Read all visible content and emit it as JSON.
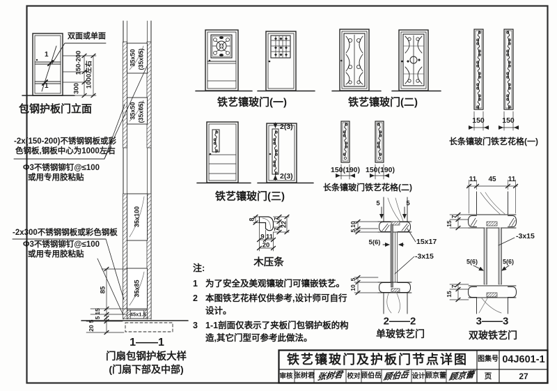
{
  "elevation": {
    "title": "包钢护板门立面",
    "surface_note": "双面或单面",
    "cut_mark_top": "1",
    "cut_mark_bottom": "1",
    "dim_width": "150-200",
    "dim_bottom": "300",
    "dim_center": "1000左右"
  },
  "plate_notes": {
    "n1a": "-2x(150-200)不锈钢钢板或彩",
    "n1b": "色钢板,钢板中心为1000左右",
    "n2a": "Φ3不锈钢铆钉@≤100",
    "n2b": "或用专用胶粘贴",
    "n3": "-2x300不锈钢钢板或彩色钢板",
    "n4a": "Φ3不锈钢铆钉@≤100",
    "n4b": "或用专用胶粘贴"
  },
  "section11": {
    "title": "1——1",
    "subtitle": "门扇包钢护板大样",
    "subtitle2": "(门扇下部及中部)",
    "lbl_3550a": "35x50",
    "lbl_3565a": "(35x65)",
    "lbl_3550b": "35x50",
    "lbl_3565b": "(35x65)",
    "lbl_35100": "35x100",
    "lbl_3585": "35x85",
    "lbl_4515": "-45x1.5",
    "d85": "85",
    "d15": "15",
    "d5a": "5",
    "d5b": "5",
    "d20": "20"
  },
  "doors1": {
    "title": "铁艺镶玻门(一)"
  },
  "doors2": {
    "title": "铁艺镶玻门(二)"
  },
  "doors3": {
    "title": "铁艺镶玻门(三)",
    "cut_top": "2(3)",
    "cut_bottom": "2(3)"
  },
  "strips1": {
    "title": "长条镶玻门铁艺花格(一)",
    "dim_a": "150",
    "dim_b": "150"
  },
  "strips2": {
    "title": "长条镶玻门铁艺花格(二)",
    "dim_a": "150(190)",
    "dim_b": "150(190)"
  },
  "bead": {
    "title": "木压条",
    "d8": "8",
    "d7a": "7",
    "d7b": "7",
    "d22": "22",
    "d9": "9",
    "d11": "11",
    "d20": "20"
  },
  "notes": {
    "label": "注:",
    "n1_no": "1",
    "n1": "为了安全及美观镶玻门可镶嵌铁艺。",
    "n2_no": "2",
    "n2": "本图铁艺花样仅供参考,设计师可自行设计。",
    "n3_no": "3",
    "n3": "1-1剖面仅表示了夹板门包钢护板的构造,其它门型可参考此做法。"
  },
  "section22": {
    "title": "2——2",
    "subtitle": "单玻铁艺门",
    "d5l": "5",
    "d5r": "5",
    "d10t": "10",
    "d5t": "5",
    "glass": "5(6)",
    "bead_size": "15x17",
    "bar": "-3x15",
    "d5b": "5",
    "d10b": "10"
  },
  "section33": {
    "title": "3——3",
    "subtitle": "双玻铁艺门",
    "d11l": "11",
    "d45": "45",
    "d11r": "11",
    "d7t": "7",
    "d15t": "15",
    "bar": "-3x15",
    "glass_l": "5(6)",
    "glass_r": "5(6)",
    "d7b": "7",
    "d15b": "15"
  },
  "titleblock": {
    "title": "铁艺镶玻门及护板门节点详图",
    "atlas_label": "图集号",
    "atlas_no": "04J601-1",
    "page_label": "页",
    "page_no": "27",
    "review_label": "审核",
    "review_name": "张树君",
    "review_sig": "张树君",
    "proof_label": "校对",
    "proof_name": "顾伯岳",
    "proof_sig": "顾伯岳",
    "design_label": "设计",
    "design_name": "顾京蕾",
    "design_sig": "顾京蕾"
  }
}
